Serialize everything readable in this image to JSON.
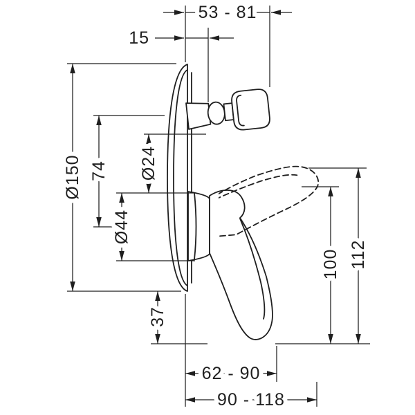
{
  "drawing": {
    "background": "#ffffff",
    "line_color": "#1f1f1f",
    "dims": {
      "depth_range": "53 - 81",
      "protrusion": "15",
      "plate_diameter": "Ø150",
      "center_distance": "74",
      "spindle_diameter": "Ø24",
      "hub_diameter": "Ø44",
      "lower_offset": "37",
      "lever_height_min": "100",
      "lever_height_max": "112",
      "reach_inner": "62 - 90",
      "reach_outer": "90 - 118"
    }
  }
}
